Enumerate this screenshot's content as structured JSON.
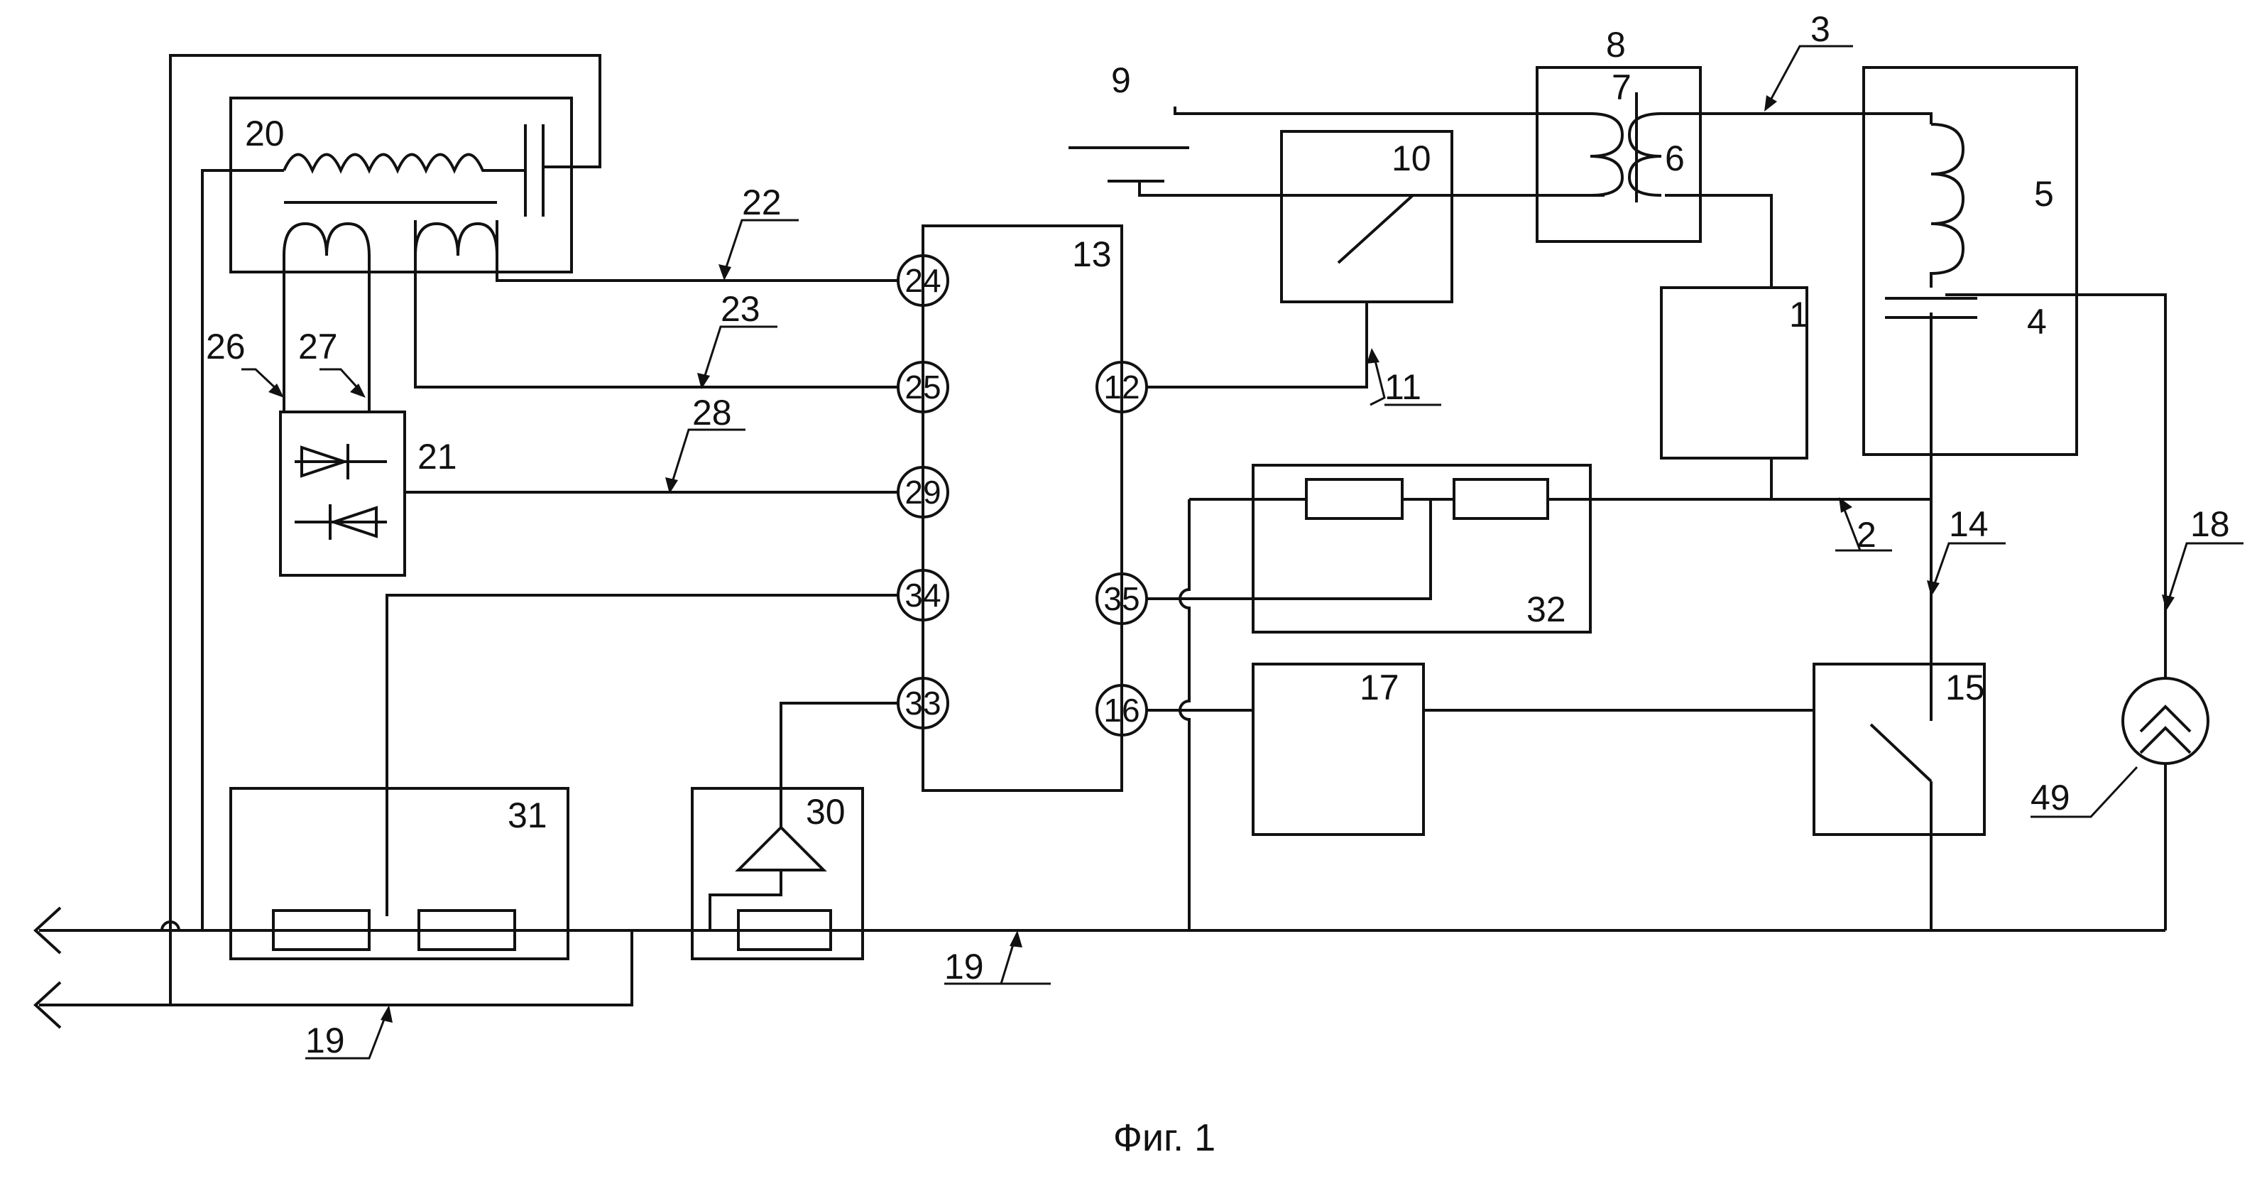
{
  "labels": {
    "n1": "1",
    "n2": "2",
    "n3": "3",
    "n4": "4",
    "n5": "5",
    "n6": "6",
    "n7": "7",
    "n8": "8",
    "n9": "9",
    "n10": "10",
    "n11": "11",
    "n12": "12",
    "n13": "13",
    "n14": "14",
    "n15": "15",
    "n16": "16",
    "n17": "17",
    "n18": "18",
    "n19a": "19",
    "n19b": "19",
    "n20": "20",
    "n21": "21",
    "n22": "22",
    "n23": "23",
    "n24": "24",
    "n25": "25",
    "n26": "26",
    "n27": "27",
    "n28": "28",
    "n29": "29",
    "n30": "30",
    "n31": "31",
    "n32": "32",
    "n33": "33",
    "n34": "34",
    "n35": "35",
    "n49": "49"
  },
  "caption": "Фиг. 1"
}
